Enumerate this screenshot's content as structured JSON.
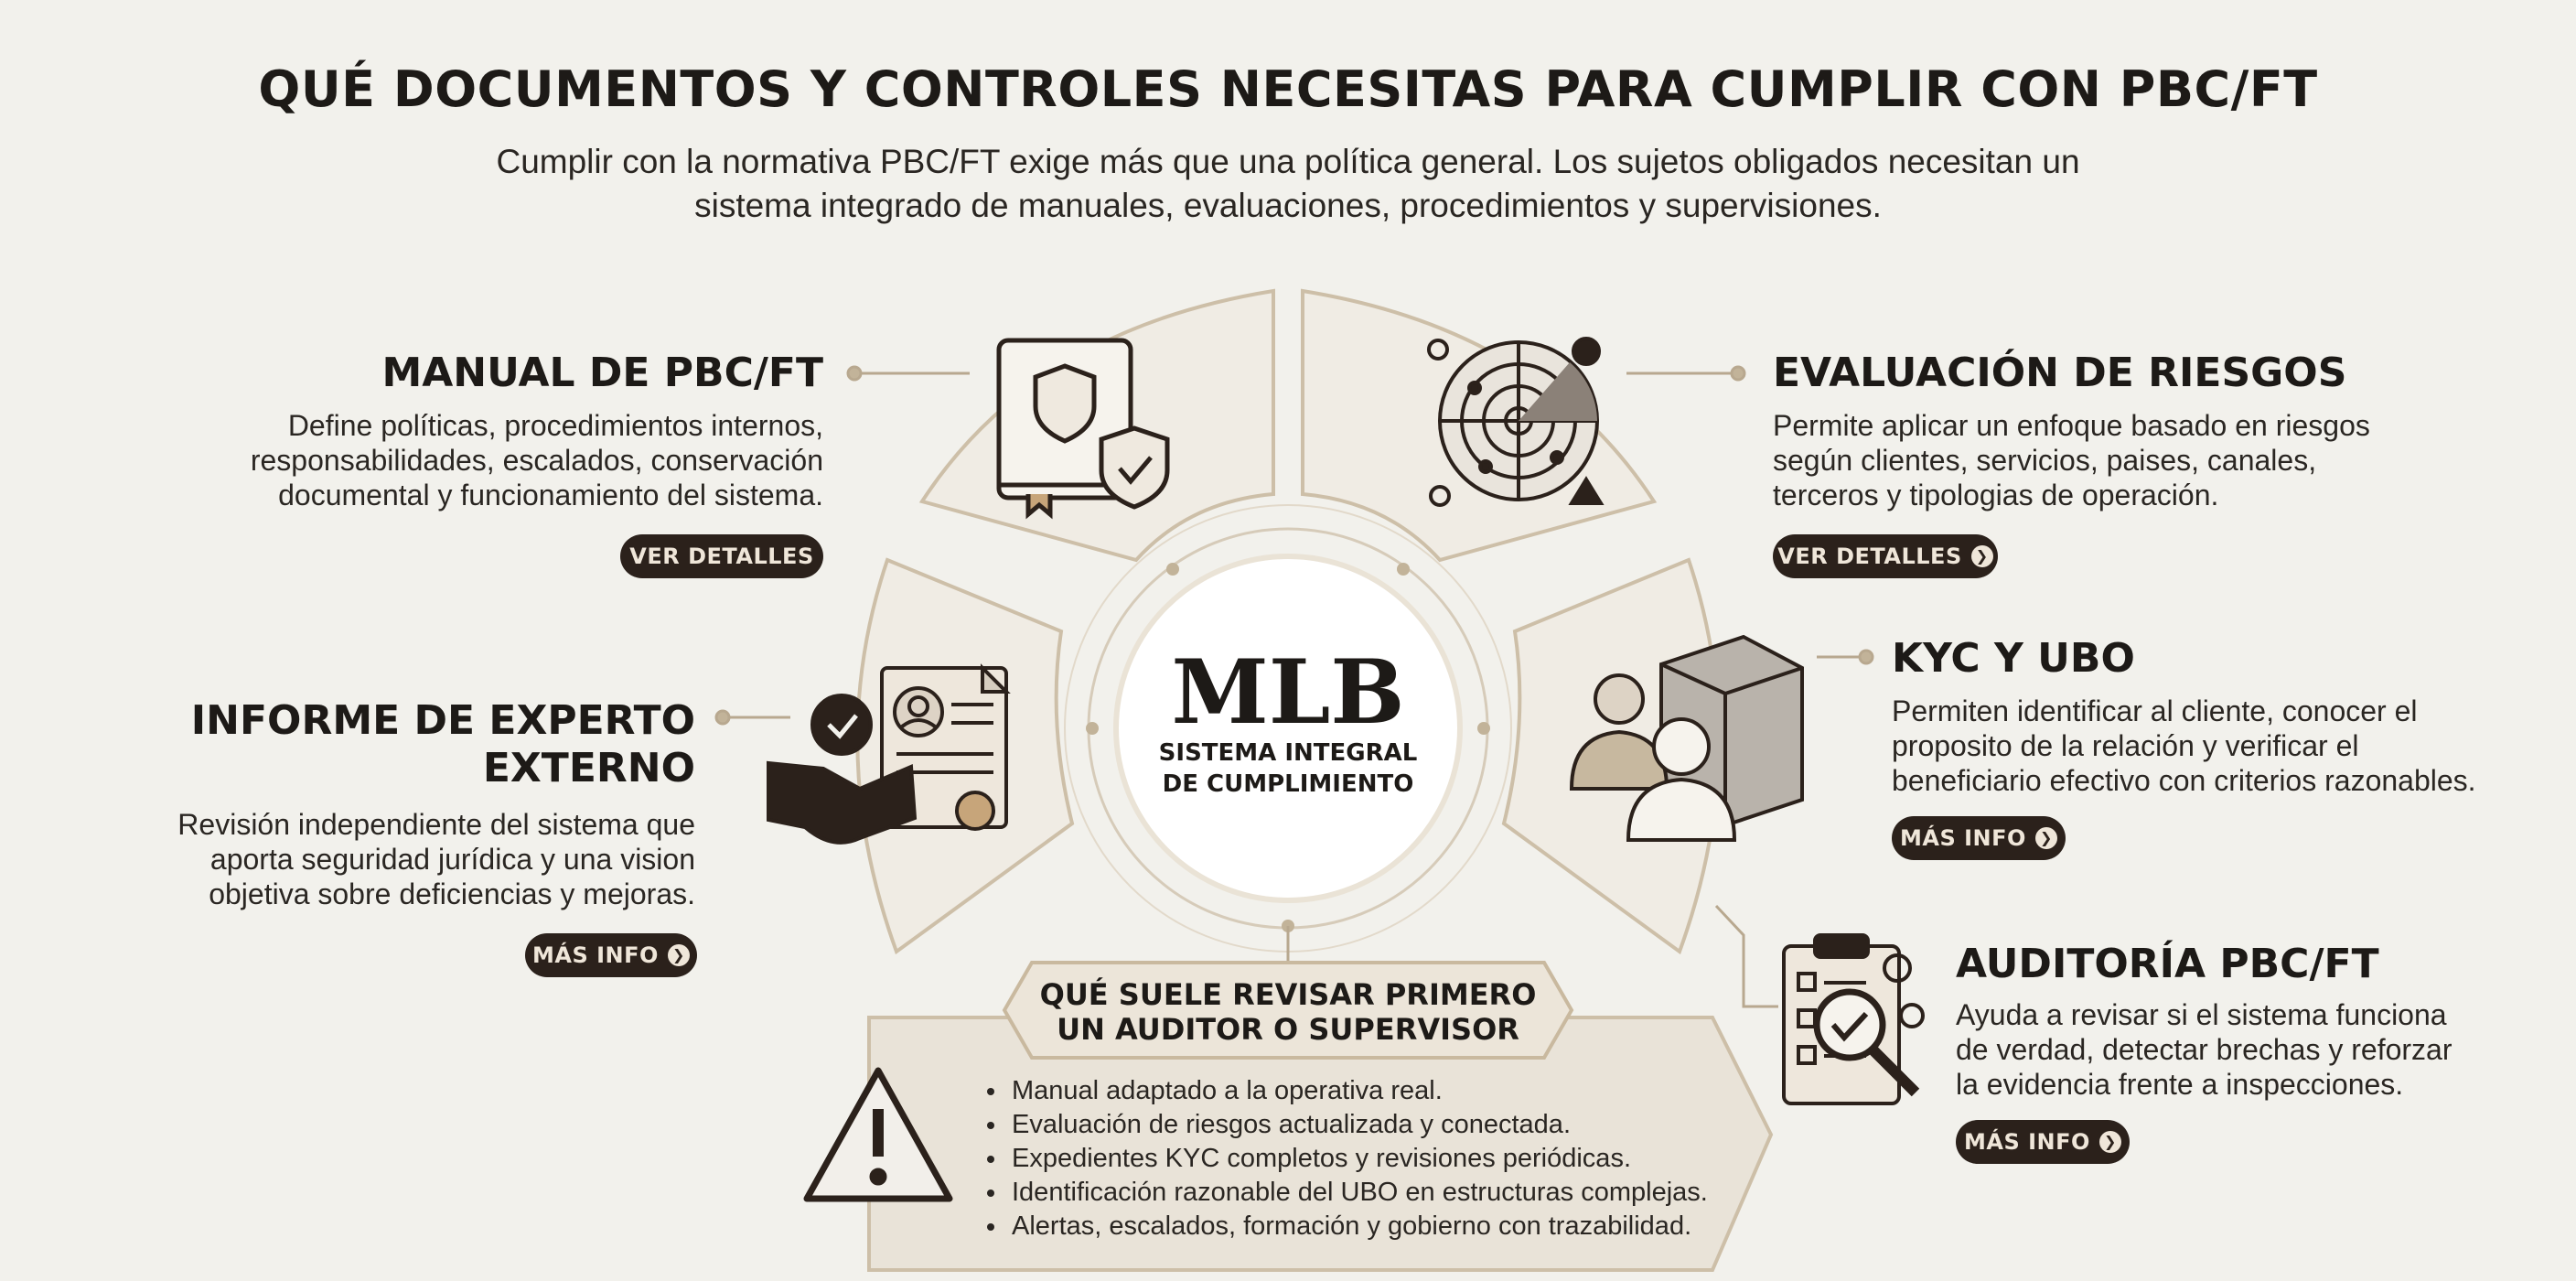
{
  "header": {
    "title": "QUÉ DOCUMENTOS Y CONTROLES NECESITAS PARA CUMPLIR CON PBC/FT",
    "subtitle_line1": "Cumplir con la normativa PBC/FT exige más que una política general. Los sujetos obligados necesitan un",
    "subtitle_line2": "sistema integrado de manuales, evaluaciones, procedimientos y supervisiones."
  },
  "center": {
    "logo": "MLB",
    "line1": "SISTEMA INTEGRAL",
    "line2": "DE CUMPLIMIENTO"
  },
  "sections": {
    "manual": {
      "title": "MANUAL DE PBC/FT",
      "lines": [
        "Define políticas, procedimientos internos,",
        "responsabilidades, escalados, conservación",
        "documental y funcionamiento del sistema."
      ],
      "button": "VER DETALLES",
      "icon": "manual-shield-icon"
    },
    "riesgos": {
      "title": "EVALUACIÓN DE RIESGOS",
      "lines": [
        "Permite aplicar un enfoque basado en riesgos",
        "según clientes, servicios, paises, canales,",
        "terceros y tipologias de operación."
      ],
      "button": "VER DETALLES",
      "icon": "radar-icon"
    },
    "informe": {
      "title_line1": "INFORME DE EXPERTO",
      "title_line2": "EXTERNO",
      "lines": [
        "Revisión independiente del sistema que",
        "aporta seguridad jurídica y una vision",
        "objetiva sobre deficiencias y mejoras."
      ],
      "button": "MÁS INFO",
      "icon": "handshake-certificate-icon"
    },
    "kyc": {
      "title": "KYC Y UBO",
      "lines": [
        "Permiten identificar al cliente, conocer el",
        "proposito de la relación y verificar el",
        "beneficiario efectivo con criterios razonables."
      ],
      "button": "MÁS INFO",
      "icon": "people-cube-icon"
    },
    "auditoria": {
      "title": "AUDITORÍA PBC/FT",
      "lines": [
        "Ayuda a revisar si el sistema funciona",
        "de verdad, detectar brechas y reforzar",
        "la evidencia frente a inspecciones."
      ],
      "button": "MÁS INFO",
      "icon": "clipboard-magnifier-icon"
    }
  },
  "review": {
    "title_line1": "QUÉ SUELE REVISAR PRIMERO",
    "title_line2": "UN AUDITOR O SUPERVISOR",
    "items": [
      "Manual adaptado a la operativa real.",
      "Evaluación de riesgos actualizada y conectada.",
      "Expedientes KYC completos y revisiones periódicas.",
      "Identificación razonable del UBO en estructuras complejas.",
      "Alertas, escalados, formación y gobierno con trazabilidad."
    ],
    "icon": "warning-icon"
  }
}
